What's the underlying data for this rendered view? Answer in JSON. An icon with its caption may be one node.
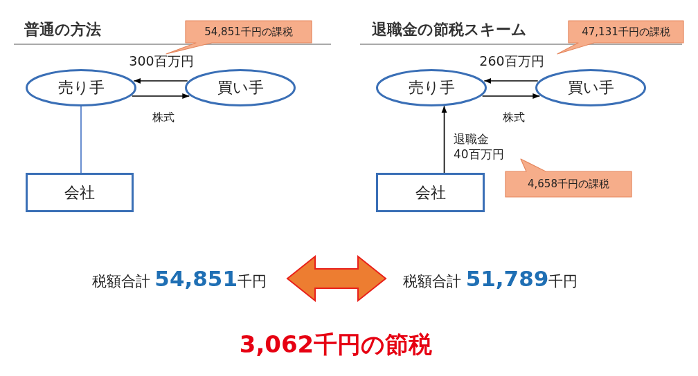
{
  "diagram": {
    "nodes": [
      {
        "text": [
          "54,851千円の課税"
        ]
      },
      {
        "text": [
          "売り手"
        ]
      },
      {
        "text": [
          "買い手"
        ]
      },
      {
        "text": [
          "会社"
        ]
      },
      {
        "text": [
          "47,131千円の課税"
        ]
      },
      {
        "text": [
          "売り手"
        ]
      },
      {
        "text": [
          "買い手"
        ]
      },
      {
        "text": [
          "会社"
        ]
      },
      {
        "text": [
          "4,658千円の課税"
        ]
      },
      {
        "text": [
          "税額合計 **54,851**千円"
        ]
      },
      {
        "text": [
          "税額合計 **51,789**千円"
        ]
      }
    ],
    "edges": [
      {
        "from": 2,
        "to": 1,
        "arrow": "to",
        "label": "300百万円"
      },
      {
        "from": 1,
        "to": 2,
        "arrow": "to",
        "label": "株式"
      },
      {
        "from": 1,
        "to": 3,
        "arrow": "none",
        "color": "#4472c4"
      },
      {
        "from": 6,
        "to": 5,
        "arrow": "to",
        "label": "260百万円"
      },
      {
        "from": 5,
        "to": 6,
        "arrow": "to",
        "label": "株式"
      },
      {
        "from": 7,
        "to": 5,
        "arrow": "to",
        "label": "退職金 40百万円"
      },
      {
        "from": 9,
        "to": 10,
        "arrow": "both",
        "style": "thick",
        "color": "#ed7d31"
      }
    ],
    "labels": [
      "普通の方法",
      "退職金の節税スキーム",
      "3,062千円の節税"
    ]
  }
}
